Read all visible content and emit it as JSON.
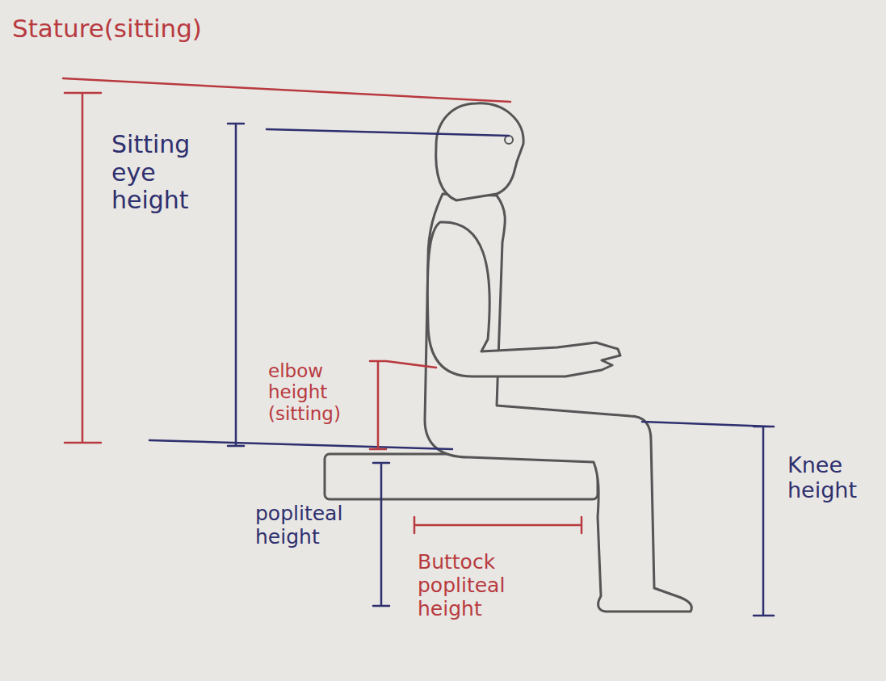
{
  "diagram": {
    "labels": [
      "Stature(sitting)",
      "Sitting eye height",
      "elbow height (sitting)",
      "popliteal height",
      "Buttock popliteal height",
      "Knee height"
    ]
  }
}
